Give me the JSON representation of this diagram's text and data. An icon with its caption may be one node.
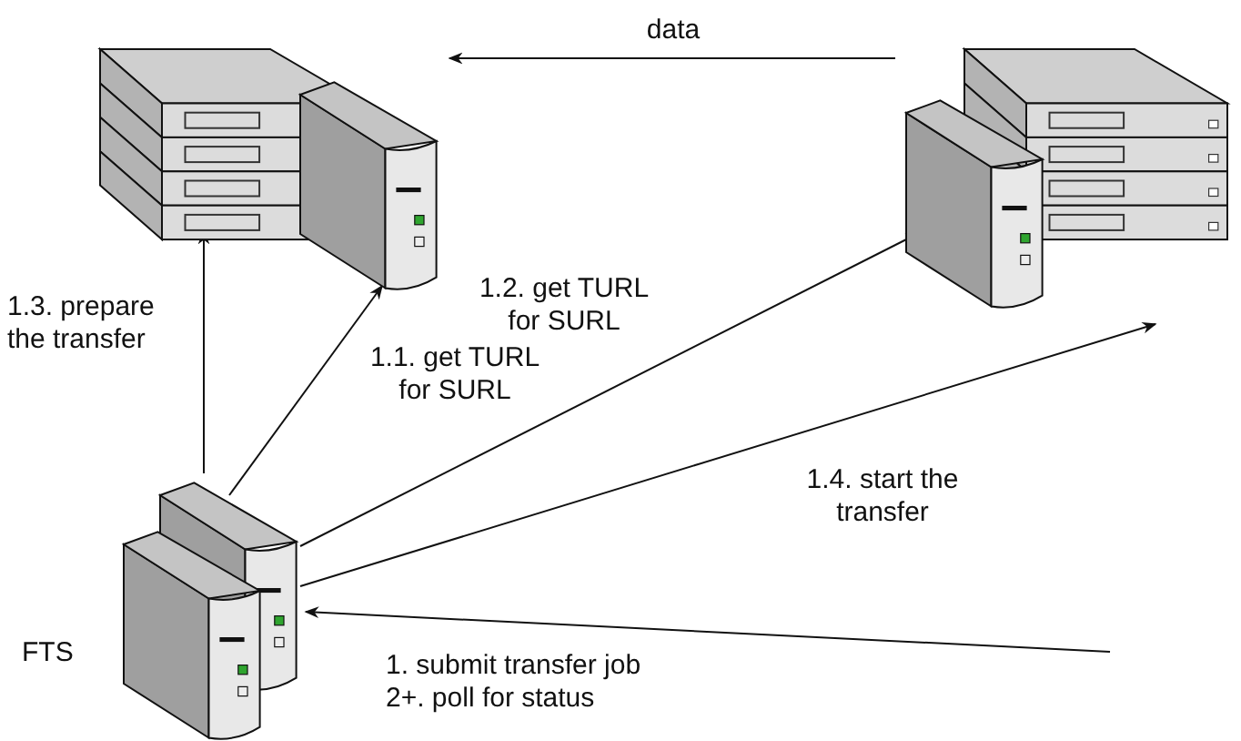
{
  "diagram": {
    "nodes": [
      {
        "text": [],
        "shape": "picture"
      },
      {
        "text": [],
        "shape": "picture"
      },
      {
        "text": [],
        "shape": "picture",
        "beside": [
          "FTS"
        ]
      }
    ],
    "edges": [
      {
        "from": 1,
        "to": 0,
        "arrow": "to",
        "label": "data"
      },
      {
        "from": 2,
        "to": 0,
        "arrow": "to",
        "label": "1.3. prepare the transfer"
      },
      {
        "from": 2,
        "to": 0,
        "arrow": "to",
        "label": "1.1. get TURL for SURL"
      },
      {
        "from": 2,
        "to": 1,
        "arrow": "to",
        "label": "1.2. get TURL for SURL"
      },
      {
        "from": 2,
        "to": 1,
        "arrow": "to",
        "label": "1.4. start the transfer"
      },
      {
        "from": null,
        "to": 2,
        "arrow": "to",
        "label": "1. submit transfer job 2+. poll for status"
      }
    ]
  }
}
